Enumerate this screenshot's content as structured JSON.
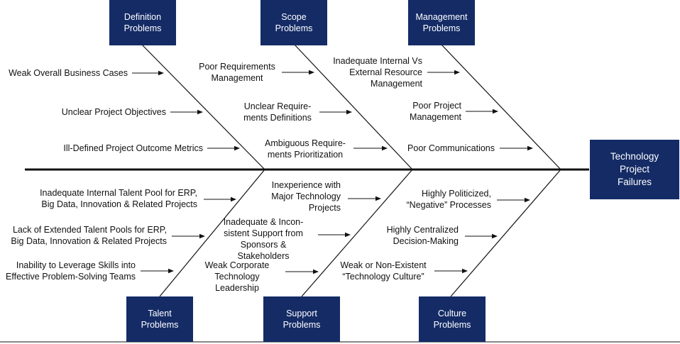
{
  "effect": "Technology\nProject\nFailures",
  "categories": {
    "definition": "Definition\nProblems",
    "scope": "Scope\nProblems",
    "management": "Management\nProblems",
    "talent": "Talent\nProblems",
    "support": "Support\nProblems",
    "culture": "Culture\nProblems"
  },
  "causes": {
    "definition": [
      "Weak Overall Business Cases",
      "Unclear Project Objectives",
      "Ill-Defined Project Outcome Metrics"
    ],
    "scope": [
      "Poor Requirements\nManagement",
      "Unclear Require-\nments Definitions",
      "Ambiguous Require-\nments Prioritization"
    ],
    "management": [
      "Inadequate Internal Vs\nExternal Resource\nManagement",
      "Poor Project\nManagement",
      "Poor Communications"
    ],
    "talent": [
      "Inadequate Internal Talent Pool for ERP,\nBig Data, Innovation & Related Projects",
      "Lack of Extended Talent Pools for ERP,\nBig Data, Innovation & Related Projects",
      "Inability to Leverage Skills into\nEffective Problem-Solving Teams"
    ],
    "support": [
      "Inexperience with\nMajor Technology\nProjects",
      "Inadequate & Incon-\nsistent Support from\nSponsors & Stakeholders",
      "Weak Corporate\nTechnology Leadership"
    ],
    "culture": [
      "Highly Politicized,\n“Negative” Processes",
      "Highly Centralized\nDecision-Making",
      "Weak or Non-Existent\n“Technology Culture”"
    ]
  },
  "colors": {
    "box_fill": "#142b66",
    "box_text": "#ffffff",
    "line": "#111111"
  }
}
